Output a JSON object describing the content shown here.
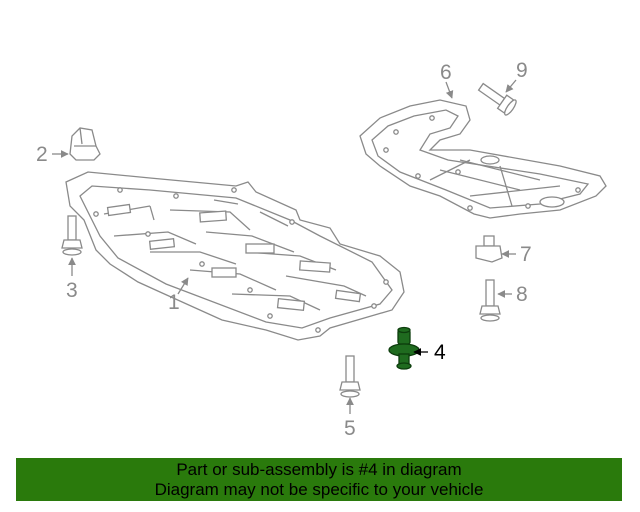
{
  "callouts": {
    "c1": "1",
    "c2": "2",
    "c3": "3",
    "c4": "4",
    "c5": "5",
    "c6": "6",
    "c7": "7",
    "c8": "8",
    "c9": "9"
  },
  "highlighted_part": "4",
  "colors": {
    "line": "#8a8a8a",
    "highlight_fill": "#1f6b1f",
    "banner_bg": "#2a7a0c"
  },
  "banner": {
    "line1": "Part or sub-assembly is #4 in diagram",
    "line2": "Diagram may not be specific to your vehicle"
  }
}
